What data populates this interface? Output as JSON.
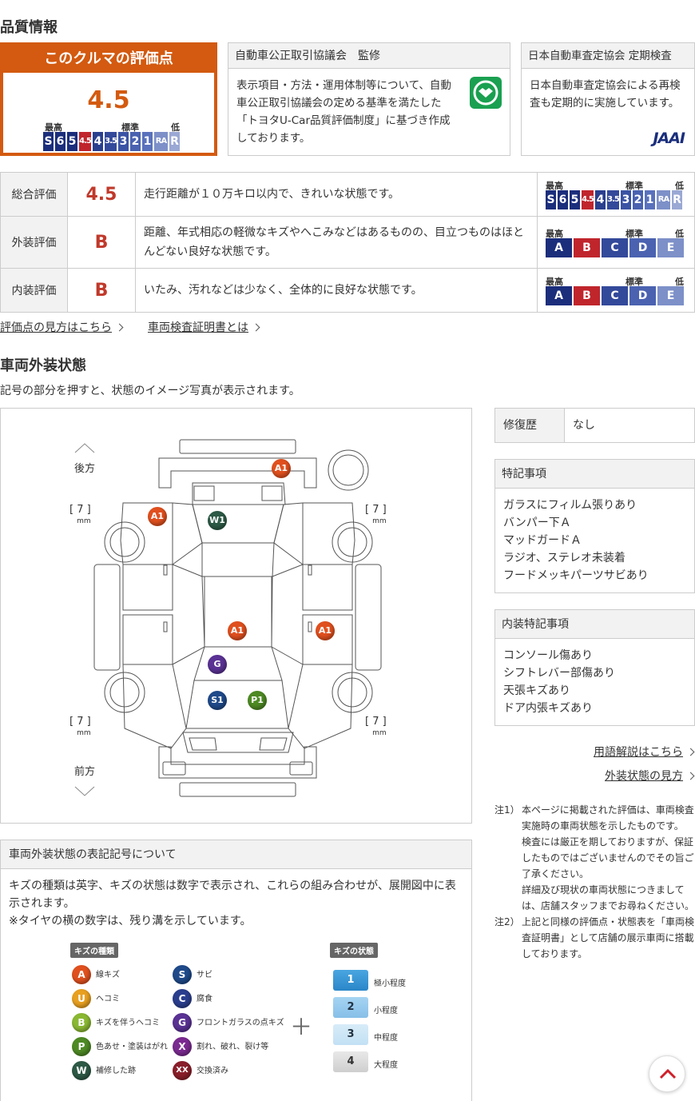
{
  "quality": {
    "heading": "品質情報",
    "card_title": "このクルマの評価点",
    "score": "4.5",
    "scale_top": "最高",
    "scale_mid": "標準",
    "scale_low": "低",
    "scale_cells": [
      "S",
      "6",
      "5",
      "4.5",
      "4",
      "3.5",
      "3",
      "2",
      "1",
      "RA",
      "R"
    ]
  },
  "fair_trade": {
    "title": "自動車公正取引協議会　監修",
    "text": "表示項目・方法・運用体制等について、自動車公正取引協議会の定める基準を満たした「トヨタU-Car品質評価制度」に基づき作成しております。"
  },
  "jaai": {
    "title": "日本自動車査定協会 定期検査",
    "text": "日本自動車査定協会による再検査も定期的に実施しています。",
    "logo": "JAAI"
  },
  "ratings": [
    {
      "label": "総合評価",
      "value": "4.5",
      "desc": "走行距離が１０万キロ以内で、きれいな状態です。"
    },
    {
      "label": "外装評価",
      "value": "B",
      "desc": "距離、年式相応の軽微なキズやへこみなどはあるものの、目立つものはほとんどない良好な状態です。"
    },
    {
      "label": "内装評価",
      "value": "B",
      "desc": "いたみ、汚れなどは少なく、全体的に良好な状態です。"
    }
  ],
  "abcde_cells": [
    "A",
    "B",
    "C",
    "D",
    "E"
  ],
  "links": {
    "score_howto": "評価点の見方はこちら",
    "inspection_cert": "車両検査証明書とは"
  },
  "exterior": {
    "heading": "車両外装状態",
    "instruction": "記号の部分を押すと、状態のイメージ写真が表示されます。",
    "rear": "後方",
    "front": "前方",
    "tread": "[ 7 ]",
    "tread_unit": "mm",
    "marks": [
      "A1",
      "A1",
      "W1",
      "A1",
      "A1",
      "G",
      "S1",
      "P1"
    ]
  },
  "repair": {
    "label": "修復歴",
    "value": "なし"
  },
  "special": {
    "title": "特記事項",
    "items": [
      "ガラスにフィルム張りあり",
      "バンパー下Ａ",
      "マッドガードＡ",
      "ラジオ、ステレオ未装着",
      "フードメッキパーツサビあり"
    ]
  },
  "interior_special": {
    "title": "内装特記事項",
    "items": [
      "コンソール傷あり",
      "シフトレバー部傷あり",
      "天張キズあり",
      "ドア内張キズあり"
    ]
  },
  "side_links": {
    "glossary": "用語解説はこちら",
    "exterior_howto": "外装状態の見方"
  },
  "notes": {
    "n1_label": "注1）",
    "n1_lines": [
      "本ページに掲載された評価は、車両検査",
      "実施時の車両状態を示したものです。",
      "検査には厳正を期しておりますが、保証",
      "したものではございませんのでその旨ご",
      "了承ください。",
      "詳細及び現状の車両状態につきまして",
      "は、店舗スタッフまでお尋ねください。"
    ],
    "n2_label": "注2）",
    "n2_lines": [
      "上記と同様の評価点・状態表を「車両検",
      "査証明書」として店舗の展示車両に搭載",
      "しております。"
    ]
  },
  "legend": {
    "title": "車両外装状態の表記記号について",
    "text1": "キズの種類は英字、キズの状態は数字で表示され、これらの組み合わせが、展開図中に表示されます。",
    "text2": "※タイヤの横の数字は、残り溝を示しています。",
    "type_tag": "キズの種類",
    "state_tag": "キズの状態",
    "types_left": [
      {
        "code": "A",
        "label": "線キズ",
        "color": "#e0501e"
      },
      {
        "code": "U",
        "label": "ヘコミ",
        "color": "#e8a020"
      },
      {
        "code": "B",
        "label": "キズを伴うヘコミ",
        "color": "#8ab832"
      },
      {
        "code": "P",
        "label": "色あせ・塗装はがれ",
        "color": "#4e8a24"
      },
      {
        "code": "W",
        "label": "補修した跡",
        "color": "#2d5a46"
      }
    ],
    "types_right": [
      {
        "code": "S",
        "label": "サビ",
        "color": "#1f4a8a"
      },
      {
        "code": "C",
        "label": "腐食",
        "color": "#2a3e8e"
      },
      {
        "code": "G",
        "label": "フロントガラスの点キズ",
        "color": "#5a3294"
      },
      {
        "code": "X",
        "label": "割れ、破れ、裂け等",
        "color": "#7a2a90"
      },
      {
        "code": "XX",
        "label": "交換済み",
        "color": "#8a1e2a"
      }
    ],
    "plus": "＋",
    "states": [
      {
        "num": "1",
        "label": "極小程度"
      },
      {
        "num": "2",
        "label": "小程度"
      },
      {
        "num": "3",
        "label": "中程度"
      },
      {
        "num": "4",
        "label": "大程度"
      }
    ]
  }
}
